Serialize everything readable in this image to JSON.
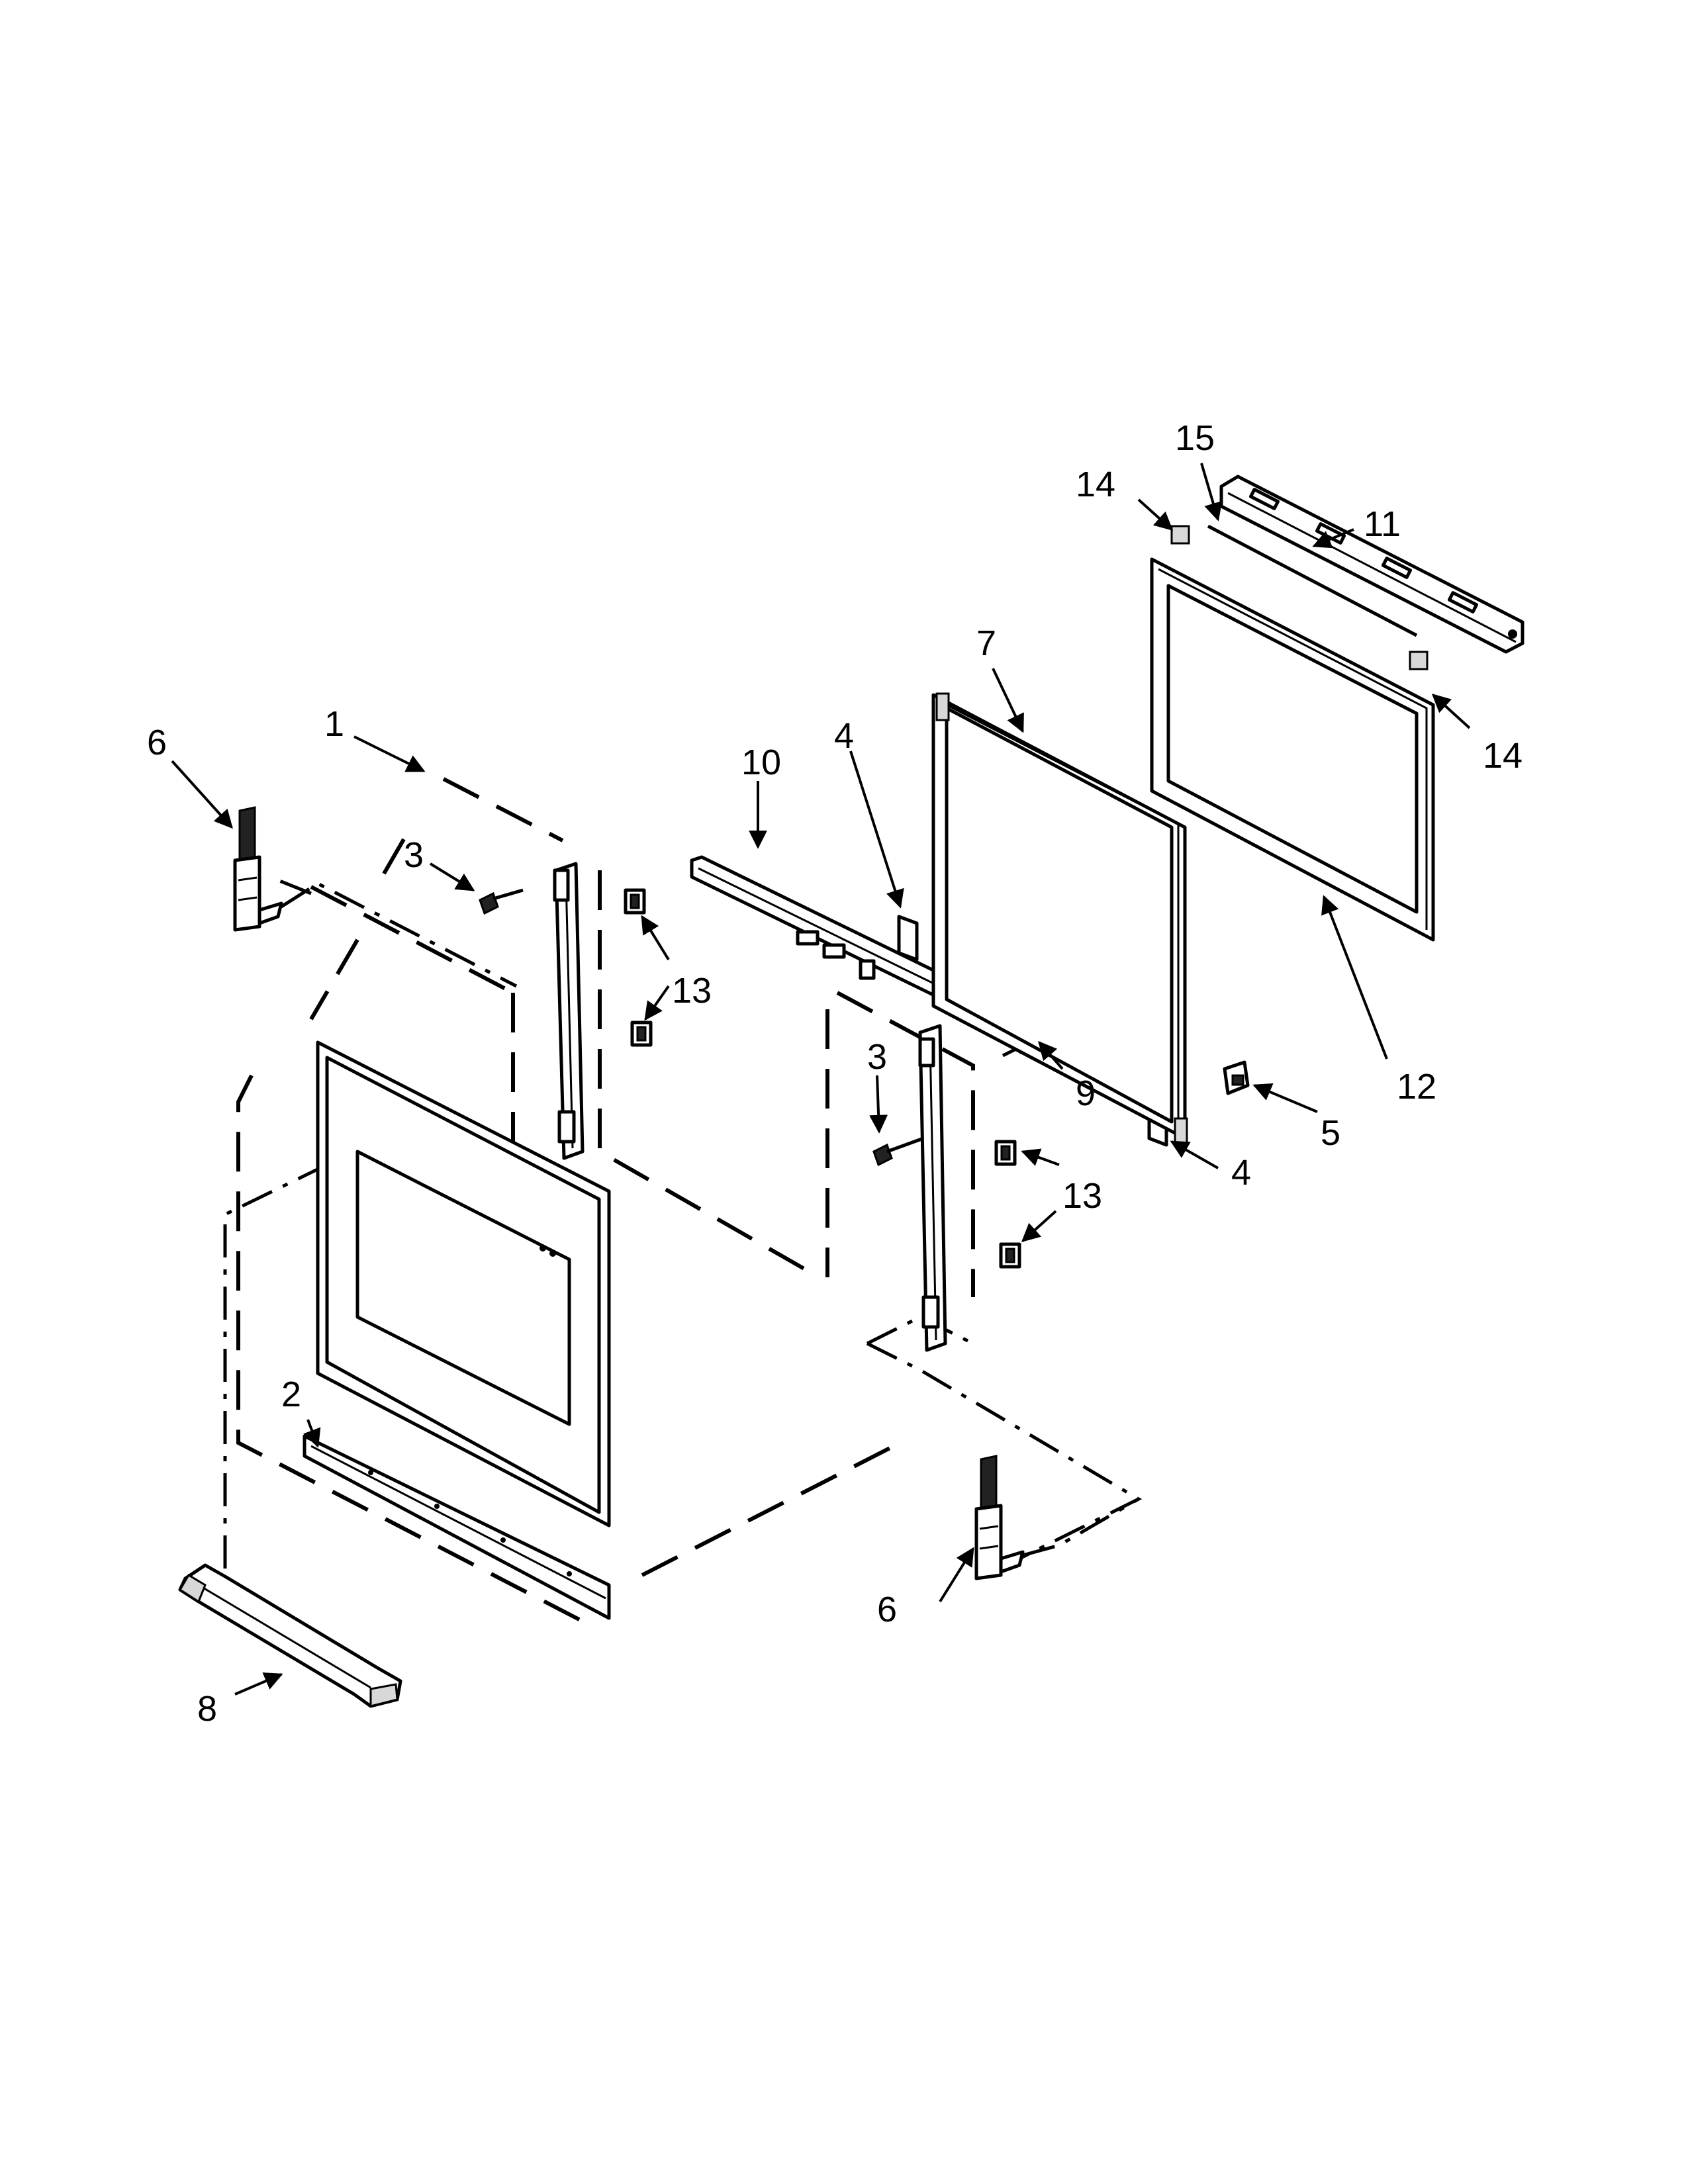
{
  "callouts": [
    {
      "id": "c1",
      "text": "1"
    },
    {
      "id": "c2",
      "text": "2"
    },
    {
      "id": "c3a",
      "text": "3"
    },
    {
      "id": "c3b",
      "text": "3"
    },
    {
      "id": "c4a",
      "text": "4"
    },
    {
      "id": "c4b",
      "text": "4"
    },
    {
      "id": "c5",
      "text": "5"
    },
    {
      "id": "c6a",
      "text": "6"
    },
    {
      "id": "c6b",
      "text": "6"
    },
    {
      "id": "c7",
      "text": "7"
    },
    {
      "id": "c8",
      "text": "8"
    },
    {
      "id": "c9",
      "text": "9"
    },
    {
      "id": "c10",
      "text": "10"
    },
    {
      "id": "c11",
      "text": "11"
    },
    {
      "id": "c12",
      "text": "12"
    },
    {
      "id": "c13a",
      "text": "13"
    },
    {
      "id": "c13b",
      "text": "13"
    },
    {
      "id": "c14a",
      "text": "14"
    },
    {
      "id": "c14b",
      "text": "14"
    },
    {
      "id": "c15",
      "text": "15"
    }
  ]
}
